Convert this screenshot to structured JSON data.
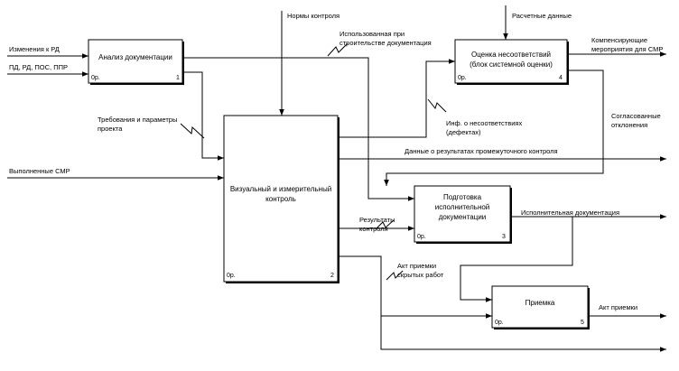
{
  "boxes": {
    "b1": {
      "title_lines": [
        "Анализ документации"
      ],
      "cost": "0р.",
      "num": "1"
    },
    "b2": {
      "title_lines": [
        "Визуальный и измерительный",
        "контроль"
      ],
      "cost": "0р.",
      "num": "2"
    },
    "b3": {
      "title_lines": [
        "Подготовка",
        "исполнительной",
        "документации"
      ],
      "cost": "0р.",
      "num": "3"
    },
    "b4": {
      "title_lines": [
        "Оценка несоответствий",
        "(блок системной оценки)"
      ],
      "cost": "0р.",
      "num": "4"
    },
    "b5": {
      "title_lines": [
        "Приемка"
      ],
      "cost": "0р.",
      "num": "5"
    }
  },
  "labels": {
    "izm_rd": "Изменения к РД",
    "pd_rd": "ПД, РД, ПОС, ППР",
    "vypoln_smr": "Выполненные СМР",
    "trebovaniya_1": "Требования и параметры",
    "trebovaniya_2": "проекта",
    "normy": "Нормы контроля",
    "ispolz_1": "Использованная при",
    "ispolz_2": "строительстве документация",
    "raschet": "Расчетные данные",
    "komp_1": "Компенсирующие",
    "komp_2": "мероприятия для СМР",
    "inf_1": "Инф. о несоответствиях",
    "inf_2": "(дефектах)",
    "soglas_1": "Согласованные",
    "soglas_2": "отклонения",
    "dannye": "Данные о результатах промежуточного контроля",
    "rezult_1": "Результаты",
    "rezult_2": "контроля",
    "isp_dok": "Исполнительная документация",
    "akt_skr_1": "Акт приемки",
    "akt_skr_2": "скрытых работ",
    "akt_priem": "Акт приемки"
  }
}
